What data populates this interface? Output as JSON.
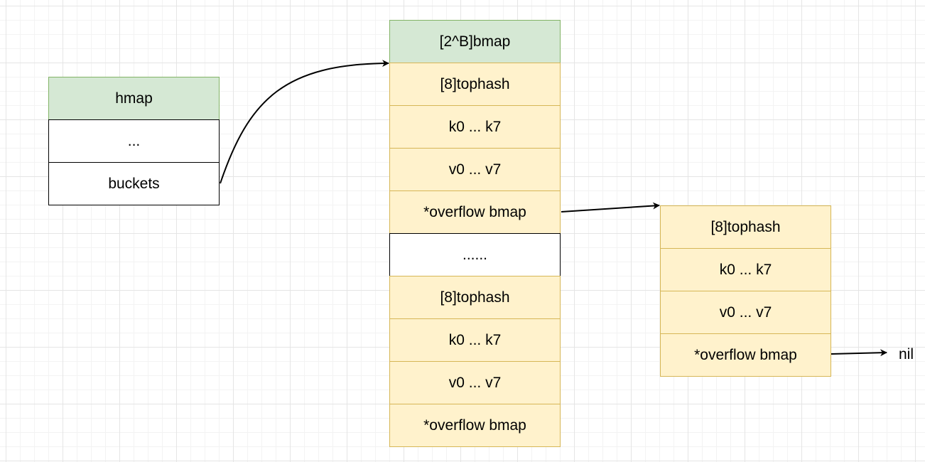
{
  "hmap": {
    "title": "hmap",
    "rows": [
      "...",
      "buckets"
    ]
  },
  "buckets_array": {
    "title": "[2^B]bmap",
    "first_bucket": [
      "[8]tophash",
      "k0 ... k7",
      "v0 ... v7",
      "*overflow bmap"
    ],
    "ellipsis": "......",
    "last_bucket": [
      "[8]tophash",
      "k0 ... k7",
      "v0 ... v7",
      "*overflow bmap"
    ]
  },
  "overflow_bucket": {
    "rows": [
      "[8]tophash",
      "k0 ... k7",
      "v0 ... v7",
      "*overflow bmap"
    ]
  },
  "terminal": {
    "label": "nil"
  },
  "colors": {
    "header_fill": "#d5e8d4",
    "header_stroke": "#82b366",
    "bucket_fill": "#fff2cc",
    "bucket_stroke": "#d6b656",
    "plain_fill": "#ffffff",
    "plain_stroke": "#000000"
  }
}
